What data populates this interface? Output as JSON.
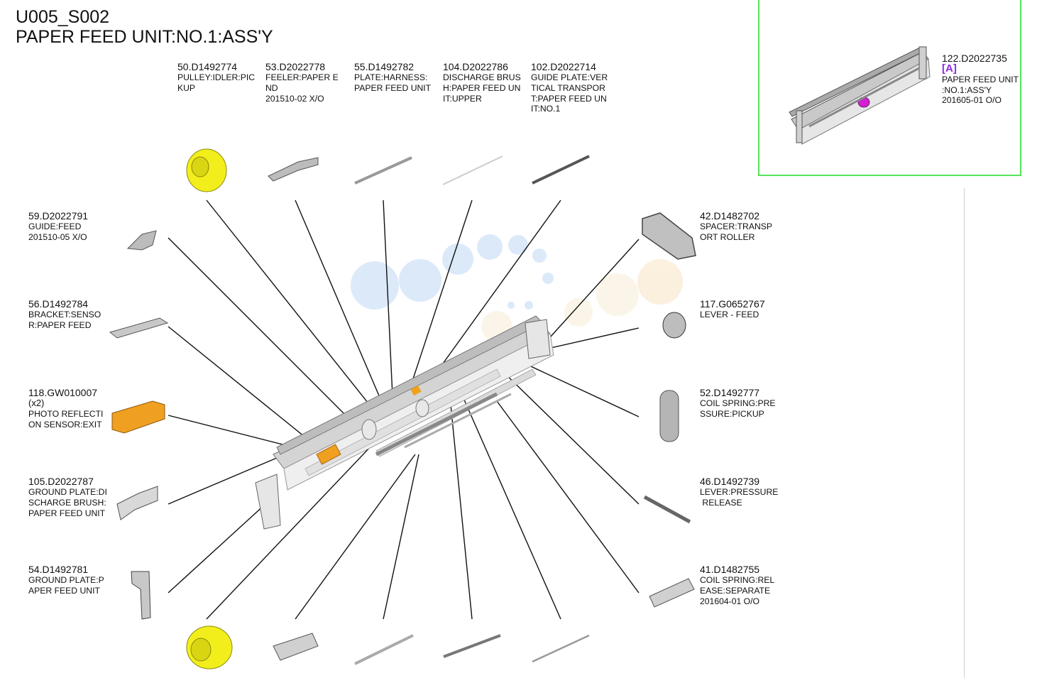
{
  "header": {
    "line1": "U005_S002",
    "line2": "PAPER FEED UNIT:NO.1:ASS'Y"
  },
  "parts_top": [
    {
      "num": "50.D1492774",
      "lines": [
        "PULLEY:IDLER:PIC",
        "KUP"
      ]
    },
    {
      "num": "53.D2022778",
      "lines": [
        "FEELER:PAPER E",
        "ND",
        "201510-02 X/O"
      ]
    },
    {
      "num": "55.D1492782",
      "lines": [
        "PLATE:HARNESS:",
        "PAPER FEED UNIT"
      ]
    },
    {
      "num": "104.D2022786",
      "lines": [
        "DISCHARGE BRUS",
        "H:PAPER FEED UN",
        "IT:UPPER"
      ]
    },
    {
      "num": "102.D2022714",
      "lines": [
        "GUIDE PLATE:VER",
        "TICAL TRANSPOR",
        "T:PAPER FEED UN",
        "IT:NO.1"
      ]
    }
  ],
  "parts_left": [
    {
      "num": "59.D2022791",
      "lines": [
        "GUIDE:FEED",
        "201510-05 X/O"
      ]
    },
    {
      "num": "56.D1492784",
      "lines": [
        "BRACKET:SENSO",
        "R:PAPER FEED"
      ]
    },
    {
      "num": "118.GW010007",
      "lines": [
        "(x2)",
        "PHOTO REFLECTI",
        "ON SENSOR:EXIT"
      ]
    },
    {
      "num": "105.D2022787",
      "lines": [
        "GROUND PLATE:DI",
        "SCHARGE BRUSH:",
        "PAPER FEED UNIT"
      ]
    },
    {
      "num": "54.D1492781",
      "lines": [
        "GROUND PLATE:P",
        "APER FEED UNIT"
      ]
    }
  ],
  "parts_right": [
    {
      "num": "42.D1482702",
      "lines": [
        "SPACER:TRANSP",
        "ORT ROLLER"
      ]
    },
    {
      "num": "117.G0652767",
      "lines": [
        "LEVER - FEED"
      ]
    },
    {
      "num": "52.D1492777",
      "lines": [
        "COIL SPRING:PRE",
        "SSURE:PICKUP"
      ]
    },
    {
      "num": "46.D1492739",
      "lines": [
        "LEVER:PRESSURE",
        " RELEASE"
      ]
    },
    {
      "num": "41.D1482755",
      "lines": [
        "COIL SPRING:REL",
        "EASE:SEPARATE",
        "201604-01 O/O"
      ]
    }
  ],
  "inset": {
    "num": "122.D2022735",
    "tag": "[A]",
    "lines": [
      "PAPER FEED UNIT",
      ":NO.1:ASS'Y",
      "201605-01 O/O"
    ]
  },
  "colors": {
    "inset_border": "#57e35a",
    "tag": "#8a2be2",
    "part_yellow": "#f2ee1c",
    "sensor_orange": "#f0a020"
  }
}
